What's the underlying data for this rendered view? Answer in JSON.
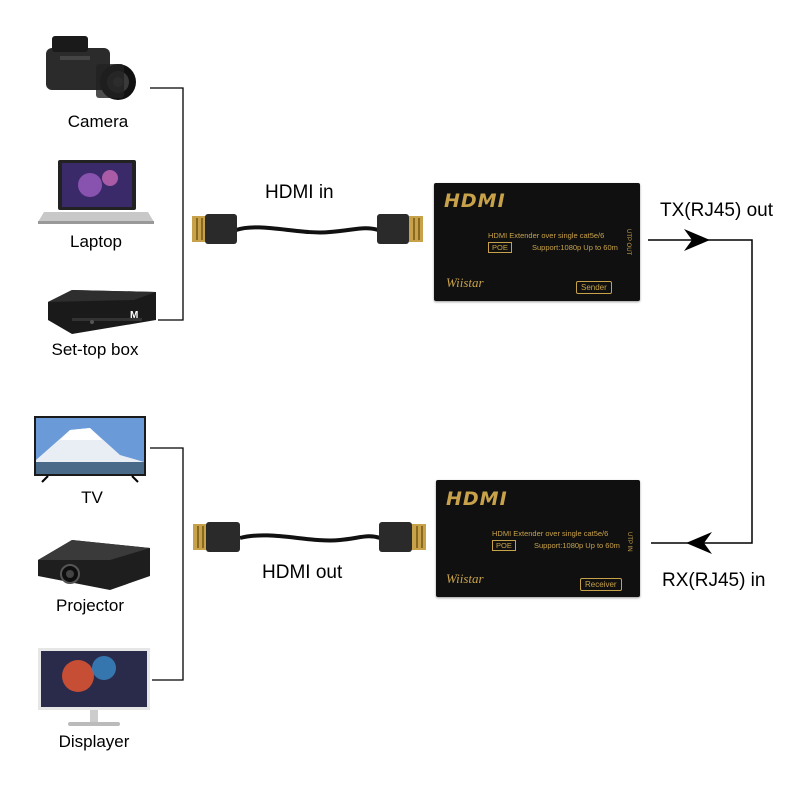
{
  "sources": [
    {
      "label": "Camera",
      "icon": "camera-icon"
    },
    {
      "label": "Laptop",
      "icon": "laptop-icon"
    },
    {
      "label": "Set-top box",
      "icon": "set-top-box-icon"
    }
  ],
  "displays": [
    {
      "label": "TV",
      "icon": "tv-icon"
    },
    {
      "label": "Projector",
      "icon": "projector-icon"
    },
    {
      "label": "Displayer",
      "icon": "monitor-icon"
    }
  ],
  "cables": {
    "hdmi_in": "HDMI in",
    "hdmi_out": "HDMI out"
  },
  "links": {
    "tx_out": "TX(RJ45) out",
    "rx_in": "RX(RJ45) in"
  },
  "sender": {
    "logo": "HDMI",
    "title": "HDMI Extender over single cat5e/6",
    "poe": "POE",
    "support": "Support:1080p  Up to 60m",
    "brand": "Wiistar",
    "badge": "Sender",
    "port": "UTP OUT"
  },
  "receiver": {
    "logo": "HDMI",
    "title": "HDMI Extender over single cat5e/6",
    "poe": "POE",
    "support": "Support:1080p  Up to 60m",
    "brand": "Wiistar",
    "badge": "Receiver",
    "port": "UTP IN"
  },
  "colors": {
    "gold": "#c8a24a",
    "device_body": "#101010",
    "cable": "#111111"
  }
}
